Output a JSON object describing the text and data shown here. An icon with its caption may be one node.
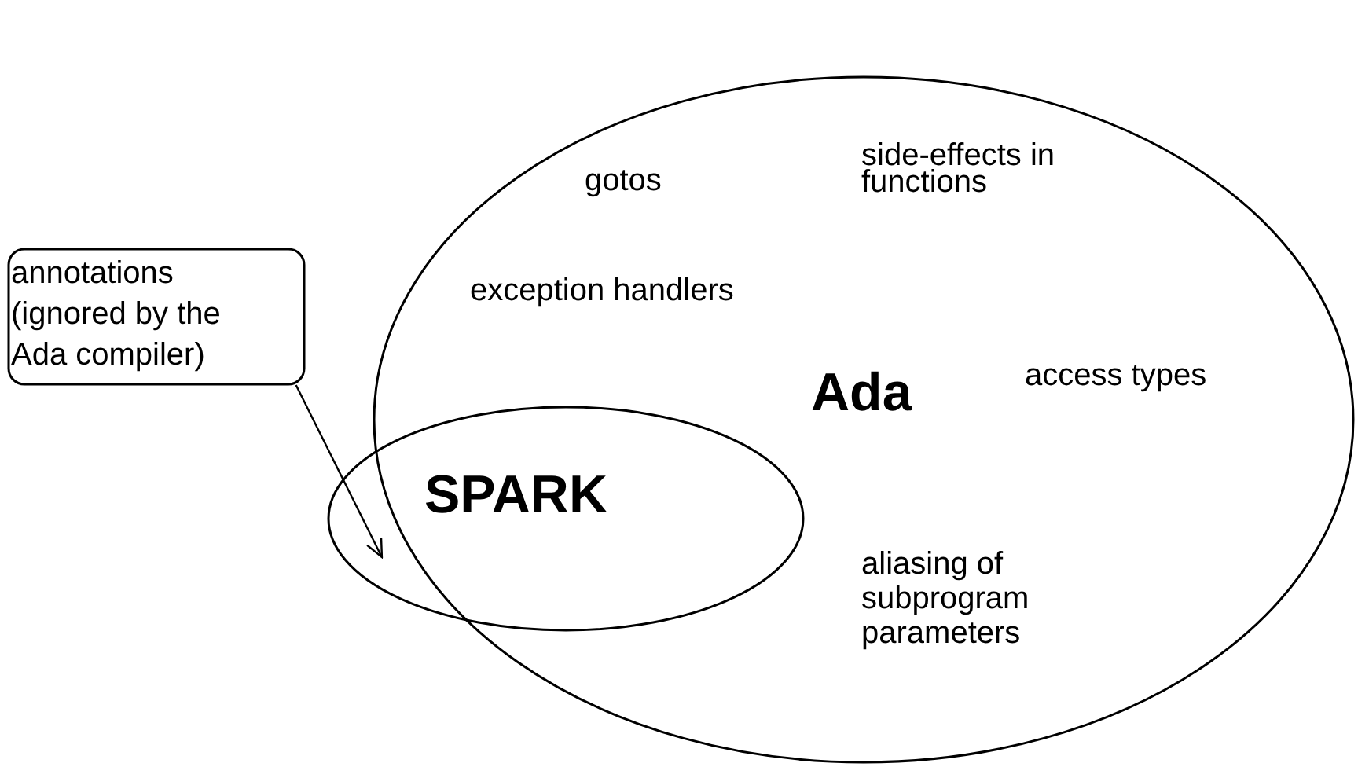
{
  "diagram": {
    "nodes": [
      {
        "text": [
          "gotos",
          "side-effects in functions",
          "exception handlers",
          "Ada",
          "access types",
          "aliasing of subprogram parameters"
        ]
      },
      {
        "text": [
          "SPARK"
        ]
      },
      {
        "text": [
          "annotations (ignored by the Ada compiler)"
        ]
      }
    ],
    "edges": [
      {
        "from": 2,
        "to": 1,
        "arrow": "to"
      }
    ]
  }
}
